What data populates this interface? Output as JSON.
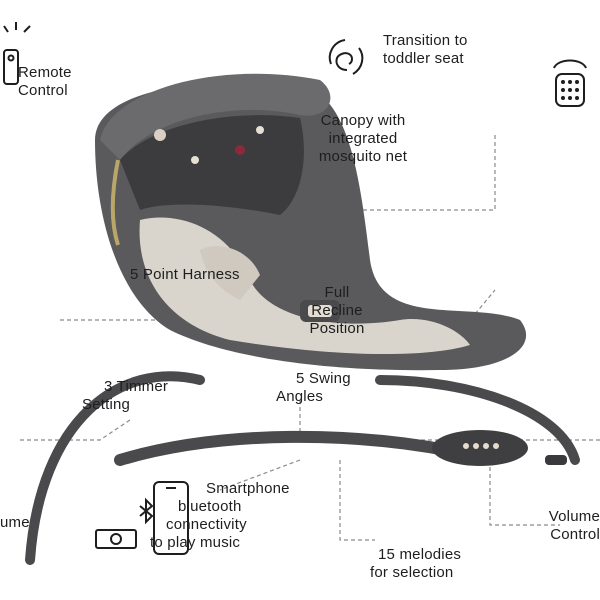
{
  "colors": {
    "background": "#ffffff",
    "frame": "#4a4a4c",
    "fabric": "#5a5a5c",
    "canopy": "#6b6b6e",
    "seat": "#d9d4cc",
    "leader_line": "#8a8a8a",
    "text": "#1e1e20"
  },
  "features": {
    "remote": {
      "line1": "Remote",
      "line2": "Control",
      "icon": "remote-signal-icon"
    },
    "toddler": {
      "line1": "Transition to",
      "line2": "toddler seat",
      "icon": "hand-wave-icon"
    },
    "canopy": {
      "line1": "Canopy with",
      "line2": "integrated",
      "line3": "mosquito net"
    },
    "harness": {
      "line1": "5 Point Harness"
    },
    "recline": {
      "line1": "Full",
      "line2": "Recline",
      "line3": "Position"
    },
    "swing": {
      "line1": "5 Swing",
      "line2": "Angles"
    },
    "timer": {
      "line1": "3 Timmer",
      "line2": "Setting"
    },
    "bluetooth": {
      "line1": "Smartphone",
      "line2": "bluetooth",
      "line3": "connectivity",
      "line4": "to play music",
      "icon": "smartphone-bluetooth-icon"
    },
    "volume_left": {
      "line1": "ume"
    },
    "volume": {
      "line1": "Volume",
      "line2": "Control"
    },
    "melodies": {
      "line1": "15 melodies",
      "line2": "for selection"
    }
  }
}
